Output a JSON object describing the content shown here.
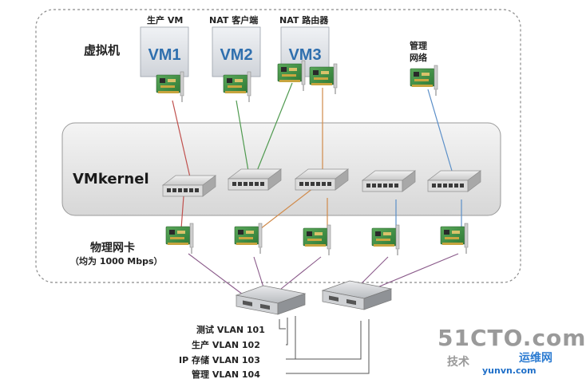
{
  "labels": {
    "vm_section": "虚拟机",
    "vm1_title": "生产 VM",
    "vm2_title": "NAT 客户端",
    "vm3_title": "NAT 路由器",
    "mgmt_network_line1": "管理",
    "mgmt_network_line2": "网络",
    "vm1_name": "VM1",
    "vm2_name": "VM2",
    "vm3_name": "VM3",
    "vmkernel": "VMkernel",
    "physical_nics": "物理网卡",
    "physical_nics_note": "（均为 1000 Mbps）"
  },
  "vlans": [
    "测试 VLAN 101",
    "生产 VLAN 102",
    "IP 存储 VLAN 103",
    "管理 VLAN 104"
  ],
  "watermark": {
    "site": "51CTO.com",
    "slogan_left": "技术",
    "slogan_right": "运维网",
    "slogan_url": "yunvn.com"
  },
  "colors": {
    "vm_name": "#2f6fae",
    "link_red": "#c0504d",
    "link_green": "#4f9a4f",
    "link_orange": "#d08a4a",
    "link_blue": "#5b8fc8",
    "link_purple": "#8a5a8a",
    "link_dark": "#555555"
  },
  "icons": {
    "vm_box": "vm-box-icon",
    "nic": "network-card-icon",
    "vswitch": "virtual-switch-icon",
    "pswitch": "physical-switch-icon"
  }
}
